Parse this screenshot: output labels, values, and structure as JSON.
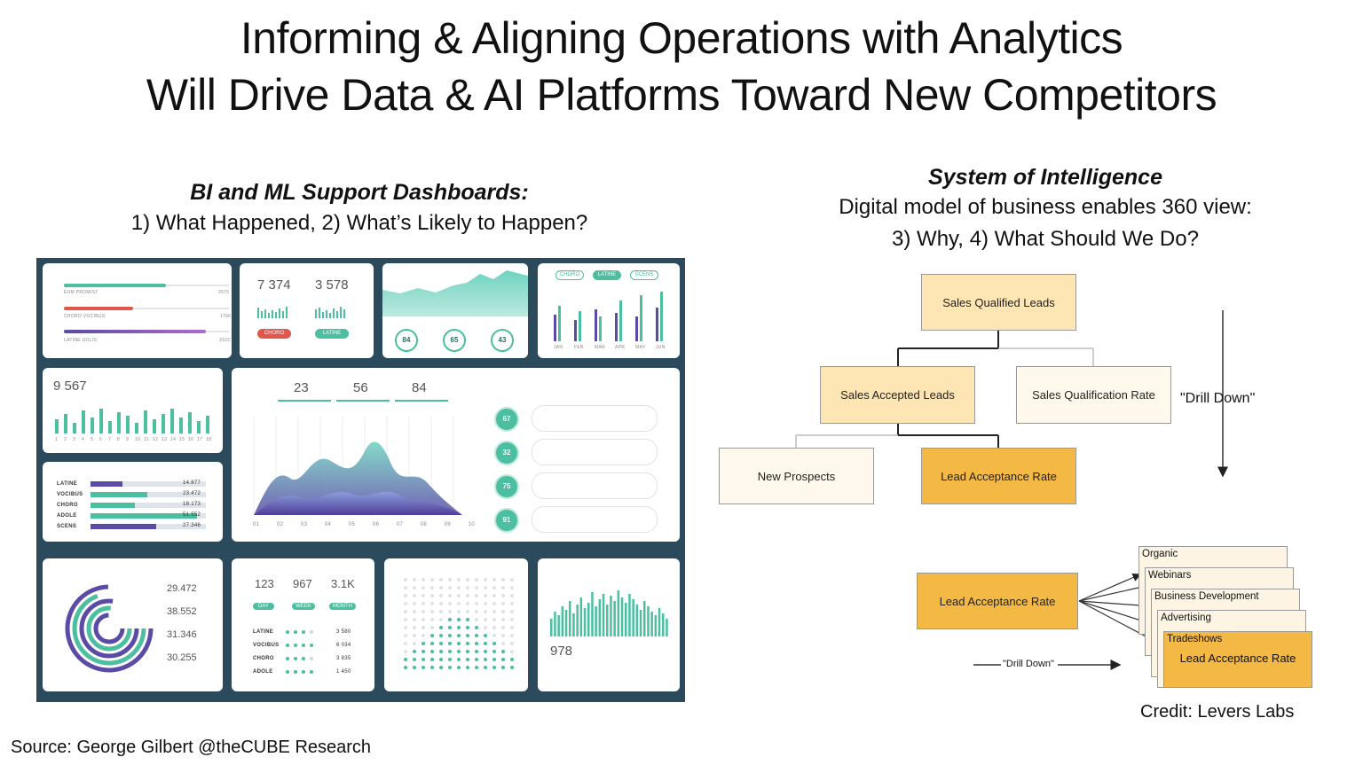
{
  "title": {
    "line1": "Informing & Aligning Operations with Analytics",
    "line2": "Will Drive Data & AI Platforms Toward New Competitors"
  },
  "left": {
    "heading": "BI and ML Support Dashboards:",
    "subheading": "1)   What Happened, 2) What’s Likely to Happen?"
  },
  "right": {
    "heading": "System of Intelligence",
    "subheading1": "Digital model of business enables 360 view:",
    "subheading2": "3) Why, 4) What Should We Do?"
  },
  "dashboard": {
    "card1": {
      "labels": [
        "EUM PROMIST",
        "CHORO VOCIBUS",
        "LATINE UOLIS"
      ],
      "values": [
        "2575",
        "1766",
        "3102"
      ]
    },
    "card2": {
      "n1": "7 374",
      "n2": "3 578",
      "pill1": "CHORO",
      "pill2": "LATINE"
    },
    "card3": {
      "c1": "84",
      "c2": "65",
      "c3": "43"
    },
    "card4": {
      "pills": [
        "CHORO",
        "LATINE",
        "SCENS"
      ],
      "months": [
        "JAN",
        "FEB",
        "MAR",
        "APR",
        "MAY",
        "JUN"
      ]
    },
    "card5": {
      "value": "9 567",
      "ticks": [
        "1",
        "2",
        "3",
        "4",
        "5",
        "6",
        "7",
        "8",
        "9",
        "10",
        "11",
        "12",
        "13",
        "14",
        "15",
        "16",
        "17",
        "18"
      ]
    },
    "card6": {
      "rows": [
        {
          "label": "LATINE",
          "value": "14.877"
        },
        {
          "label": "VOCIBUS",
          "value": "23.472"
        },
        {
          "label": "CHORO",
          "value": "18.173"
        },
        {
          "label": "ADOLE",
          "value": "51.552"
        },
        {
          "label": "SCENS",
          "value": "27.346"
        }
      ]
    },
    "card7": {
      "n1": "23",
      "n2": "56",
      "n3": "84",
      "circles": [
        "67",
        "32",
        "75",
        "91"
      ],
      "xticks": [
        "01",
        "02",
        "03",
        "04",
        "05",
        "06",
        "07",
        "08",
        "09",
        "10"
      ]
    },
    "card8": {
      "values": [
        "29.472",
        "38.552",
        "31.346",
        "30.255"
      ]
    },
    "card9": {
      "n1": "123",
      "n2": "967",
      "n3": "3.1K",
      "pills": [
        "DAY",
        "WEEK",
        "MONTH"
      ],
      "rows": [
        {
          "label": "LATINE",
          "value": "3 580"
        },
        {
          "label": "VOCIBUS",
          "value": "6 034"
        },
        {
          "label": "CHORO",
          "value": "3 835"
        },
        {
          "label": "ADOLE",
          "value": "1 450"
        }
      ]
    },
    "card11": {
      "value": "978"
    }
  },
  "diagram": {
    "sql": "Sales Qualified Leads",
    "sal": "Sales Accepted Leads",
    "sqr": "Sales Qualification Rate",
    "np": "New Prospects",
    "lar": "Lead Acceptance Rate",
    "drill_down_right": "\"Drill Down\"",
    "lar2": "Lead Acceptance Rate",
    "stack": [
      "Organic",
      "Webinars",
      "Business Development",
      "Advertising",
      "Tradeshows"
    ],
    "stack_front": "Lead Acceptance Rate",
    "drill_down_bottom": "\"Drill Down\""
  },
  "credit": "Credit: Levers Labs",
  "source": "Source: George Gilbert @theCUBE Research",
  "colors": {
    "teal": "#4bbf9f",
    "purple": "#5b4aa6",
    "red": "#e2574c",
    "orange": "#f4b844"
  }
}
